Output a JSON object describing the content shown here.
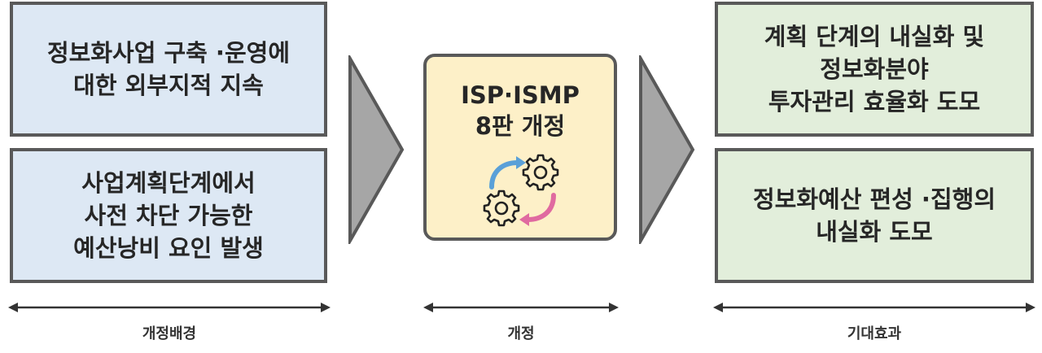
{
  "background": {
    "left_top": "정보화사업 구축 ·운영에\n대한 외부지적 지속",
    "left_bottom": "사업계획단계에서\n사전 차단 가능한\n예산낭비 요인 발생",
    "label": "개정배경"
  },
  "revision": {
    "title": "ISP·ISMP\n8판 개정",
    "icon": "gears-cycle-icon",
    "label": "개정"
  },
  "effects": {
    "right_top": "계획 단계의 내실화 및\n정보화분야\n투자관리 효율화 도모",
    "right_bottom": "정보화예산 편성 ·집행의\n내실화 도모",
    "label": "기대효과"
  },
  "colors": {
    "left_fill": "#dde8f4",
    "center_fill": "#fdf0c8",
    "right_fill": "#e2eedb",
    "border": "#595959",
    "chevron": "#a6a6a6",
    "arrow_blue": "#5aa0d8",
    "arrow_pink": "#e06aa0"
  }
}
